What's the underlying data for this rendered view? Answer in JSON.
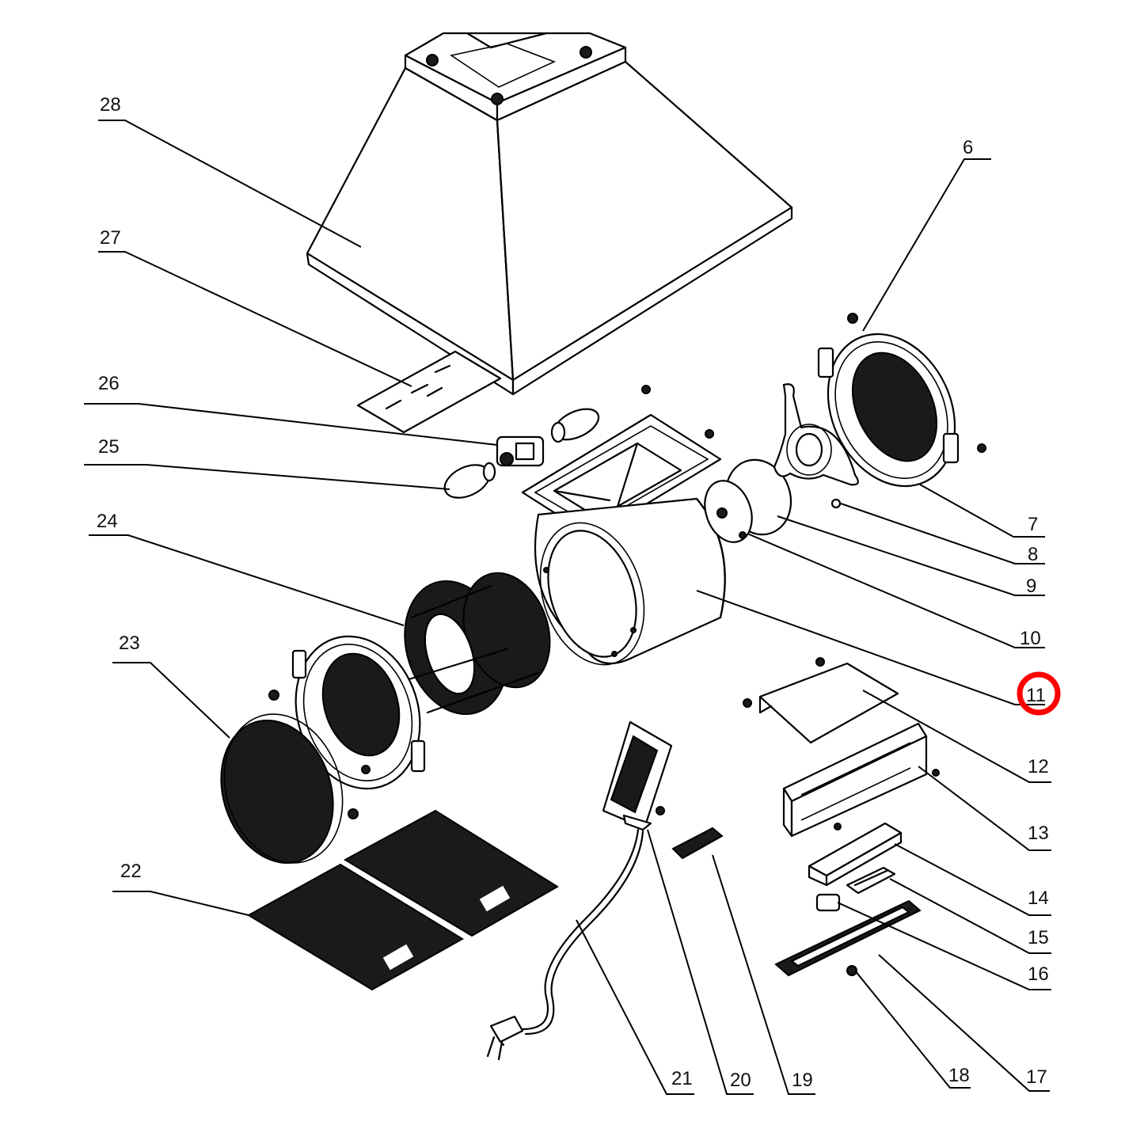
{
  "title": "Range hood exploded parts diagram",
  "highlight": {
    "part": "11",
    "color": "#ff0000"
  },
  "parts": [
    {
      "id": "hood-canopy",
      "label": "28"
    },
    {
      "id": "grease-plate",
      "label": "27"
    },
    {
      "id": "lamp-holder",
      "label": "26"
    },
    {
      "id": "lamp-bulb",
      "label": "25"
    },
    {
      "id": "blower-wheel",
      "label": "24"
    },
    {
      "id": "outer-grille",
      "label": "23"
    },
    {
      "id": "mesh-filters",
      "label": "22"
    },
    {
      "id": "power-cord",
      "label": "21"
    },
    {
      "id": "junction-box",
      "label": "20"
    },
    {
      "id": "terminal-block",
      "label": "19"
    },
    {
      "id": "screw",
      "label": "18"
    },
    {
      "id": "switch-panel",
      "label": "17"
    },
    {
      "id": "switch",
      "label": "16"
    },
    {
      "id": "switch-bracket",
      "label": "15"
    },
    {
      "id": "control-cover",
      "label": "14"
    },
    {
      "id": "control-housing",
      "label": "13"
    },
    {
      "id": "control-box-lid",
      "label": "12"
    },
    {
      "id": "blower-housing",
      "label": "11"
    },
    {
      "id": "motor-bracket",
      "label": "10"
    },
    {
      "id": "motor",
      "label": "9"
    },
    {
      "id": "nut",
      "label": "8"
    },
    {
      "id": "mounting-plate",
      "label": "7"
    },
    {
      "id": "inner-grille",
      "label": "6"
    }
  ]
}
